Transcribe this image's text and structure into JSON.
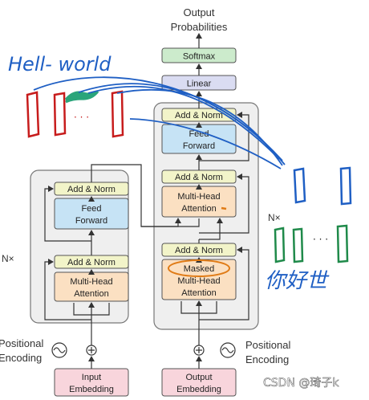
{
  "output": {
    "title_line1": "Output",
    "title_line2": "Probabilities"
  },
  "decoder": {
    "softmax": "Softmax",
    "linear": "Linear",
    "add_norm_top": "Add & Norm",
    "ff_line1": "Feed",
    "ff_line2": "Forward",
    "add_norm_mid": "Add & Norm",
    "mha_line1": "Multi-Head",
    "mha_line2": "Attention",
    "add_norm_bottom": "Add & Norm",
    "masked_line1": "Masked",
    "masked_line2": "Multi-Head",
    "masked_line3": "Attention",
    "repeat": "N×",
    "pos_line1": "Positional",
    "pos_line2": "Encoding",
    "emb_line1": "Output",
    "emb_line2": "Embedding"
  },
  "encoder": {
    "add_norm_top": "Add & Norm",
    "ff_line1": "Feed",
    "ff_line2": "Forward",
    "add_norm_bottom": "Add & Norm",
    "mha_line1": "Multi-Head",
    "mha_line2": "Attention",
    "repeat": "N×",
    "pos_line1": "Positional",
    "pos_line2": "Encoding",
    "emb_line1": "Input",
    "emb_line2": "Embedding"
  },
  "annotations": {
    "hello_world": "Hell- world",
    "ellipsis_left": "· · ·",
    "ellipsis_right": "· · ·",
    "chinese": "你好世"
  },
  "watermark": "CSDN @琦子k",
  "colors": {
    "add_norm": "#f2f4c9",
    "feed_forward": "#c6e3f5",
    "attention": "#fbe0c2",
    "linear": "#dadcf2",
    "softmax": "#ccebcc",
    "embedding": "#f8d5dc",
    "container": "#efefef",
    "ink_blue": "#1f5fc4",
    "ink_red": "#c71c1c",
    "ink_green": "#1f8a4a",
    "ink_highlight": "#2aa57a",
    "ink_orange": "#e07b16"
  }
}
